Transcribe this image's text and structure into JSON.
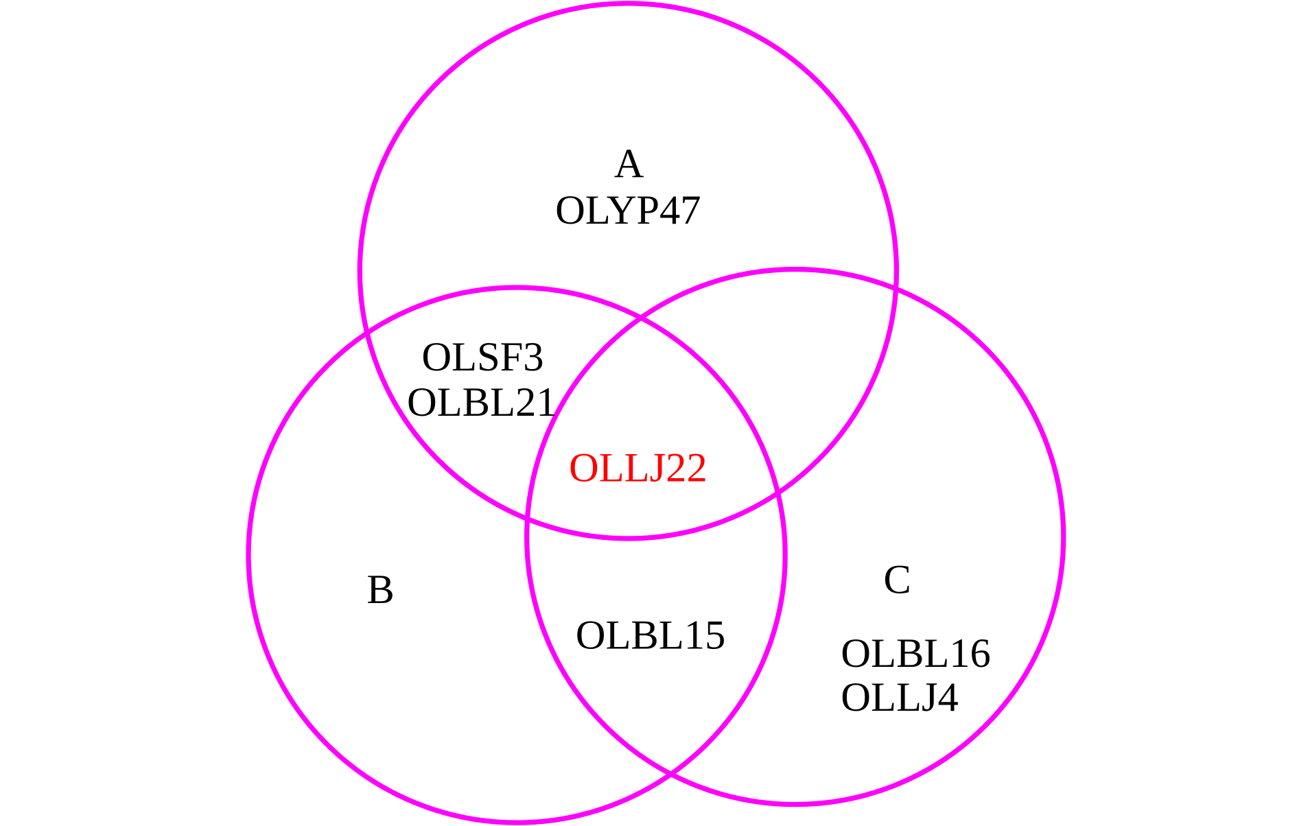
{
  "colors": {
    "circle_stroke": "#ff00ff",
    "text": "#000000",
    "highlight": "#ff0000"
  },
  "sets": {
    "A": {
      "label": "A",
      "only": [
        "OLYP47"
      ]
    },
    "B": {
      "label": "B",
      "only": []
    },
    "C": {
      "label": "C",
      "only": [
        "OLBL16",
        "OLLJ4"
      ]
    }
  },
  "intersections": {
    "AB": [
      "OLSF3",
      "OLBL21"
    ],
    "AC": [],
    "BC": [
      "OLBL15"
    ],
    "ABC": [
      "OLLJ22"
    ]
  }
}
